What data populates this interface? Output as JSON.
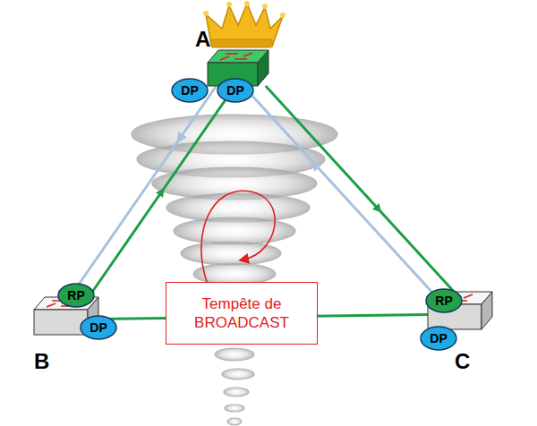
{
  "diagram": {
    "nodes": [
      {
        "text": [
          "A"
        ]
      },
      {
        "text": [
          "DP"
        ]
      },
      {
        "text": [
          "DP"
        ]
      },
      {
        "text": [
          "B"
        ]
      },
      {
        "text": [
          "RP"
        ]
      },
      {
        "text": [
          "DP"
        ]
      },
      {
        "text": [
          "C"
        ]
      },
      {
        "text": [
          "RP"
        ]
      },
      {
        "text": [
          "DP"
        ]
      },
      {
        "text": [
          "Tempête de BROADCAST"
        ]
      }
    ],
    "edges": [
      {
        "from": 0,
        "to": 6,
        "arrow": "to"
      },
      {
        "from": 6,
        "to": 3,
        "arrow": "to"
      },
      {
        "from": 3,
        "to": 0,
        "arrow": "to"
      },
      {
        "from": 0,
        "to": 3,
        "arrow": "to"
      },
      {
        "from": 6,
        "to": 0,
        "arrow": "to"
      }
    ]
  }
}
